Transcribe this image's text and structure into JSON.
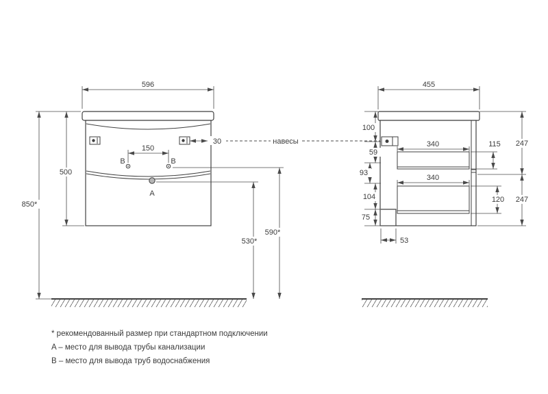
{
  "front_view": {
    "width": "596",
    "body_height": "500",
    "mount_height": "850*",
    "hanger_offset": "30",
    "outlet_spacing": "150",
    "water_height": "590*",
    "drain_height": "530*",
    "label_a": "A",
    "label_b_left": "B",
    "label_b_right": "B"
  },
  "side_view": {
    "depth": "455",
    "dim_100": "100",
    "dim_59": "59",
    "dim_93": "93",
    "dim_104": "104",
    "dim_75": "75",
    "dim_53": "53",
    "drawer_depth_top": "340",
    "drawer_depth_bottom": "340",
    "dim_115": "115",
    "dim_247_top": "247",
    "dim_120": "120",
    "dim_247_bottom": "247"
  },
  "annotations": {
    "hangers": "навесы"
  },
  "footnotes": {
    "note_star": "* рекомендованный размер при стандартном подключении",
    "note_a": "A – место для вывода трубы канализации",
    "note_b": "B – место для вывода труб водоснабжения"
  }
}
